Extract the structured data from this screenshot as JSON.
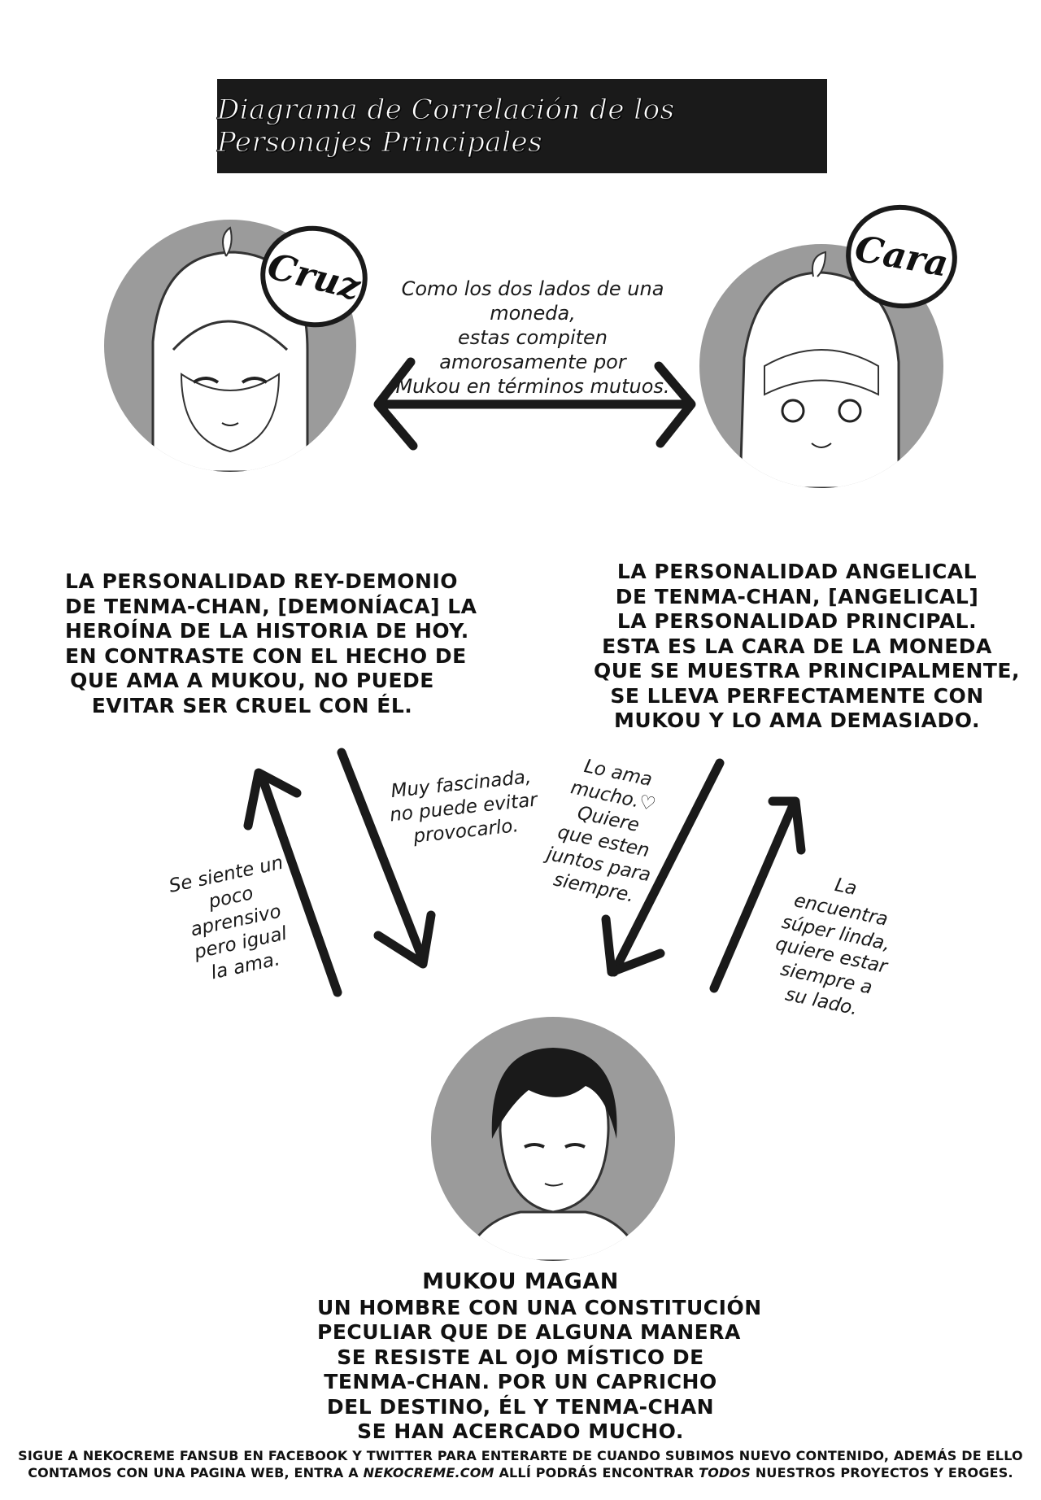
{
  "title": "Diagrama de Correlación de los Personajes Principales",
  "characters": {
    "cruz": {
      "badge": "Cruz",
      "description_lines": [
        "LA PERSONALIDAD REY-DEMONIO",
        "DE TENMA-CHAN, [DEMONÍACA] LA",
        "HEROÍNA DE LA HISTORIA DE HOY.",
        "EN CONTRASTE CON EL HECHO DE",
        "QUE AMA A MUKOU, NO PUEDE",
        "EVITAR SER CRUEL CON ÉL."
      ]
    },
    "cara": {
      "badge": "Cara",
      "description_lines": [
        "LA PERSONALIDAD ANGELICAL",
        "DE TENMA-CHAN, [ANGELICAL]",
        "LA PERSONALIDAD PRINCIPAL.",
        "ESTA ES LA CARA DE LA MONEDA",
        "QUE SE MUESTRA PRINCIPALMENTE,",
        "SE LLEVA PERFECTAMENTE CON",
        "MUKOU Y LO AMA DEMASIADO."
      ]
    },
    "mukou": {
      "name": "MUKOU MAGAN",
      "description_lines": [
        "UN HOMBRE CON UNA CONSTITUCIÓN",
        "PECULIAR QUE DE ALGUNA MANERA",
        "SE RESISTE AL OJO MÍSTICO DE",
        "TENMA-CHAN. POR UN CAPRICHO",
        "DEL DESTINO, ÉL Y TENMA-CHAN",
        "SE HAN ACERCADO MUCHO."
      ]
    }
  },
  "relations": {
    "cruz_cara": "Como los dos lados de una moneda,\nestas compiten amorosamente por\nMukou en términos mutuos.",
    "cruz_to_mukou": "Muy fascinada,\nno puede evitar\nprovocarlo.",
    "mukou_to_cruz": "Se siente un\npoco aprensivo\npero igual\nla ama.",
    "cara_to_mukou": "Lo ama\nmucho.♡\nQuiere\nque esten\njuntos para\nsiempre.",
    "mukou_to_cara": "La encuentra\nsúper linda,\nquiere estar\nsiempre a\nsu lado."
  },
  "footer": {
    "line1": "SIGUE A NEKOCREME FANSUB EN FACEBOOK Y TWITTER PARA ENTERARTE DE CUANDO SUBIMOS NUEVO CONTENIDO, ADEMÁS DE ELLO",
    "line2_a": "CONTAMOS CON UNA PAGINA WEB, ENTRA A ",
    "site": "NEKOCREME.COM",
    "line2_b": " ALLÍ PODRÁS ENCONTRAR ",
    "emph": "TODOS",
    "line2_c": " NUESTROS PROYECTOS Y EROGES."
  },
  "icons": [
    "arrow-double-icon",
    "arrow-down-icon",
    "arrow-up-icon",
    "heart-icon"
  ],
  "colors": {
    "ink": "#1a1a1a",
    "portrait_bg": "#9b9b9b",
    "paper": "#ffffff"
  }
}
